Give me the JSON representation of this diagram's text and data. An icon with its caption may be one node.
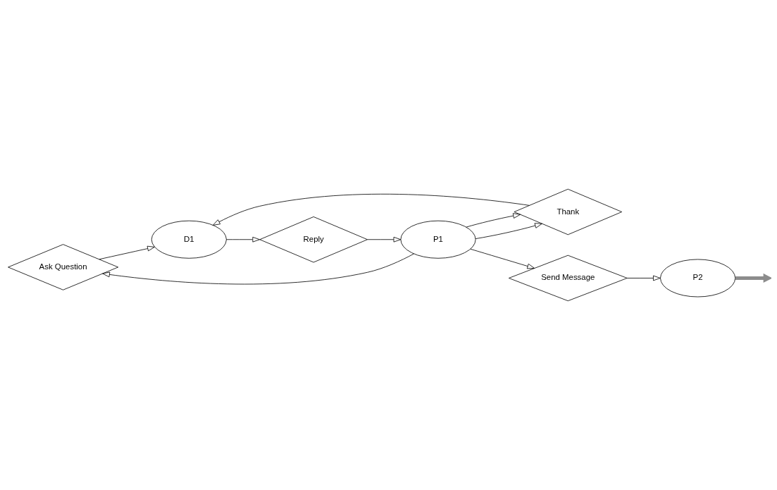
{
  "diagram": {
    "nodes": [
      {
        "text": [
          "Ask Question"
        ]
      },
      {
        "text": [
          "Reply"
        ]
      },
      {
        "text": [
          "P1"
        ]
      },
      {
        "text": [
          "Thank"
        ]
      },
      {
        "text": [
          "D1"
        ]
      },
      {
        "text": [
          "Send Message"
        ]
      },
      {
        "text": [
          "P2"
        ]
      }
    ],
    "edges": [
      {
        "from": 2,
        "to": 0,
        "arrow": "to"
      },
      {
        "from": 0,
        "to": 4,
        "arrow": "to"
      },
      {
        "from": 4,
        "to": 1,
        "arrow": "to"
      },
      {
        "from": 1,
        "to": 2,
        "arrow": "to"
      },
      {
        "from": 2,
        "to": 3,
        "arrow": "to"
      },
      {
        "from": 2,
        "to": 3,
        "arrow": "to"
      },
      {
        "from": 3,
        "to": 4,
        "arrow": "to"
      },
      {
        "from": 2,
        "to": 5,
        "arrow": "to"
      },
      {
        "from": 5,
        "to": 6,
        "arrow": "to"
      },
      {
        "from": 6,
        "to": null,
        "arrow": "to",
        "style": "thick",
        "color": "#8c8c8c"
      }
    ]
  }
}
